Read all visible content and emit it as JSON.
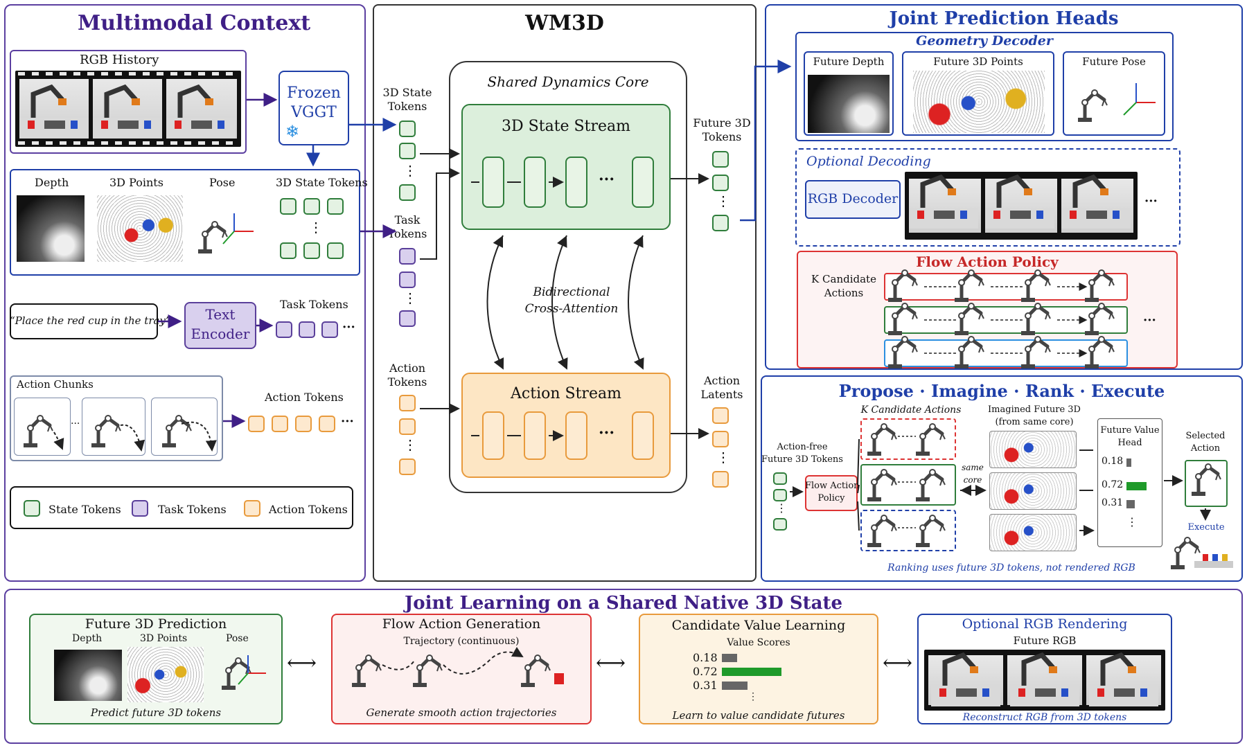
{
  "context": {
    "title": "Multimodal Context",
    "rgb_history": "RGB History",
    "frozen_vggt_line1": "Frozen",
    "frozen_vggt_line2": "VGGT",
    "snowflake": "❄",
    "depth": "Depth",
    "points": "3D Points",
    "pose": "Pose",
    "state_tokens": "3D State Tokens",
    "vdots": "⋮",
    "instruction": "“Place the red cup in the tray”",
    "text_encoder_line1": "Text",
    "text_encoder_line2": "Encoder",
    "task_tokens": "Task Tokens",
    "dots": "···",
    "action_chunks": "Action Chunks",
    "action_tokens": "Action Tokens",
    "legend_state": "State Tokens",
    "legend_task": "Task Tokens",
    "legend_action": "Action Tokens"
  },
  "core": {
    "title": "WM3D",
    "shared": "Shared Dynamics Core",
    "state_tokens_line1": "3D State",
    "state_tokens_line2": "Tokens",
    "task_tokens_line1": "Task",
    "task_tokens_line2": "Tokens",
    "action_tokens_line1": "Action",
    "action_tokens_line2": "Tokens",
    "state_stream": "3D State Stream",
    "action_stream": "Action Stream",
    "cross_line1": "Bidirectional",
    "cross_line2": "Cross-Attention",
    "future_line1": "Future 3D",
    "future_line2": "Tokens",
    "latents_line1": "Action",
    "latents_line2": "Latents",
    "dots": "···",
    "vdots": "⋮"
  },
  "heads": {
    "title": "Joint Prediction Heads",
    "geometry": "Geometry Decoder",
    "future_depth": "Future Depth",
    "future_points": "Future 3D Points",
    "future_pose": "Future Pose",
    "optional": "Optional Decoding",
    "rgb_decoder": "RGB Decoder",
    "flow_policy": "Flow Action Policy",
    "k_candidate_line1": "K Candidate",
    "k_candidate_line2": "Actions",
    "dots": "···"
  },
  "pire": {
    "title": "Propose · Imagine · Rank · Execute",
    "k_candidate": "K Candidate Actions",
    "imagined_line1": "Imagined Future 3D",
    "imagined_line2": "(from same core)",
    "action_free_line1": "Action-free",
    "action_free_line2": "Future 3D Tokens",
    "flow_line1": "Flow Action",
    "flow_line2": "Policy",
    "same_line1": "same",
    "same_line2": "core",
    "value_head_line1": "Future Value",
    "value_head_line2": "Head",
    "v1": "0.18",
    "v2": "0.72",
    "v3": "0.31",
    "selected_line1": "Selected",
    "selected_line2": "Action",
    "execute": "Execute",
    "vdots": "⋮",
    "note": "Ranking uses future 3D tokens, not rendered RGB"
  },
  "joint": {
    "title": "Joint Learning on a Shared Native 3D State",
    "future3d": "Future 3D Prediction",
    "depth": "Depth",
    "points": "3D Points",
    "pose": "Pose",
    "predict": "Predict future 3D tokens",
    "flow_gen": "Flow Action Generation",
    "trajectory": "Trajectory (continuous)",
    "generate": "Generate smooth action trajectories",
    "value_learn": "Candidate Value Learning",
    "value_scores": "Value Scores",
    "v1": "0.18",
    "v2": "0.72",
    "v3": "0.31",
    "vdots": "⋮",
    "learn": "Learn to value candidate futures",
    "rgb_render": "Optional RGB Rendering",
    "future_rgb": "Future RGB",
    "reconstruct": "Reconstruct RGB from 3D tokens",
    "arrow": "⟷"
  },
  "values": {
    "v1": 0.18,
    "v2": 0.72,
    "v3": 0.31
  },
  "colors": {
    "purple": "#3f1f86",
    "blue": "#1f3fa8",
    "green": "#2f7d3b",
    "orange": "#e89a3c",
    "red": "#d33333"
  }
}
